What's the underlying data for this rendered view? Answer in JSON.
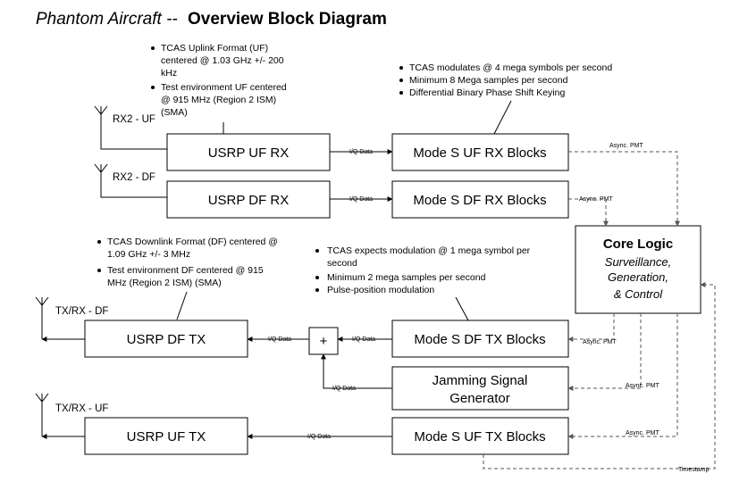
{
  "title": {
    "italic": "Phantom Aircraft -- ",
    "bold": "Overview Block Diagram"
  },
  "antennas": {
    "rx2_uf": "RX2 - UF",
    "rx2_df": "RX2 - DF",
    "txrx_df": "TX/RX - DF",
    "txrx_uf": "TX/RX - UF"
  },
  "blocks": {
    "usrp_uf_rx": "USRP UF RX",
    "usrp_df_rx": "USRP DF RX",
    "usrp_df_tx": "USRP DF TX",
    "usrp_uf_tx": "USRP UF TX",
    "modes_uf_rx": "Mode S UF RX Blocks",
    "modes_df_rx": "Mode S DF RX Blocks",
    "modes_df_tx": "Mode S DF TX Blocks",
    "modes_uf_tx": "Mode S UF TX Blocks",
    "jamming": [
      "Jamming Signal",
      "Generator"
    ],
    "adder": "+",
    "core_logic": {
      "title": "Core Logic",
      "lines": [
        "Surveillance,",
        "Generation,",
        "& Control"
      ]
    }
  },
  "connection_labels": {
    "iq": "I/Q Data",
    "async": "Async. PMT",
    "async_short": "Async. PMT",
    "timestamp": "Timestamp"
  },
  "notes": {
    "uf_rx": [
      [
        "TCAS Uplink Format (UF)",
        "centered @ 1.03 GHz +/- 200",
        "kHz"
      ],
      [
        "Test environment UF centered",
        "@ 915 MHz (Region 2 ISM)",
        "(SMA)"
      ]
    ],
    "modes_rx": [
      [
        "TCAS modulates @ 4 mega symbols per second"
      ],
      [
        "Minimum 8 Mega samples per second"
      ],
      [
        "Differential Binary Phase Shift Keying"
      ]
    ],
    "df_tx": [
      [
        "TCAS Downlink Format (DF) centered @",
        "1.09 GHz +/- 3 MHz"
      ],
      [
        "Test environment DF centered @ 915",
        "MHz (Region 2 ISM) (SMA)"
      ]
    ],
    "modes_tx": [
      [
        "TCAS expects modulation @ 1 mega symbol per",
        "second"
      ],
      [
        "Minimum 2 mega samples per second"
      ],
      [
        "Pulse-position modulation"
      ]
    ]
  }
}
